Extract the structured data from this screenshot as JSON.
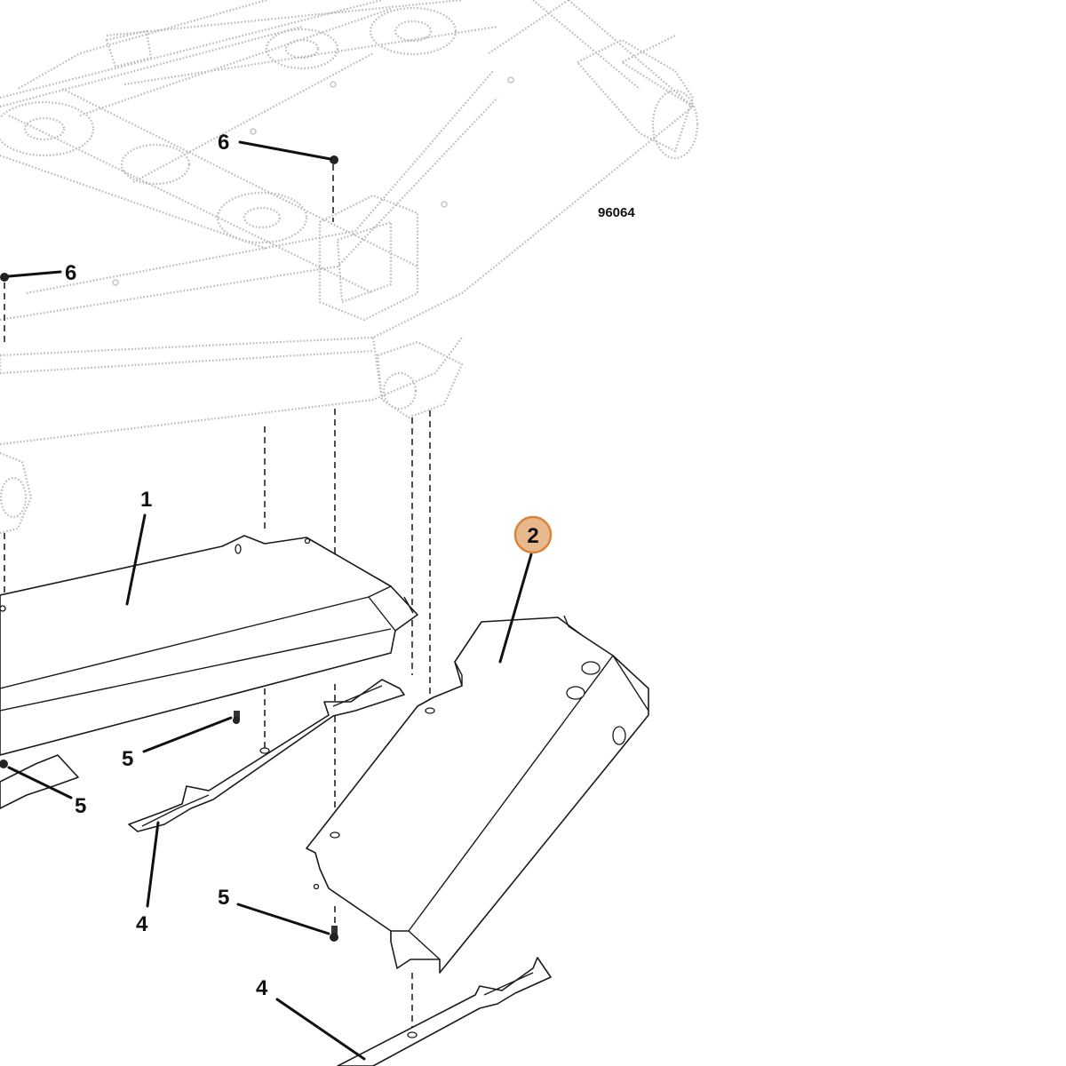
{
  "figure": {
    "number": "96064"
  },
  "callouts": {
    "c6a": "6",
    "c6b": "6",
    "c1": "1",
    "c2": "2",
    "c5a": "5",
    "c5b": "5",
    "c5c": "5",
    "c4a": "4",
    "c4b": "4"
  },
  "colors": {
    "highlight_fill": "#e8b98d",
    "highlight_stroke": "#d9843a",
    "ink": "#111111",
    "ghost": "#b9b9b9"
  }
}
